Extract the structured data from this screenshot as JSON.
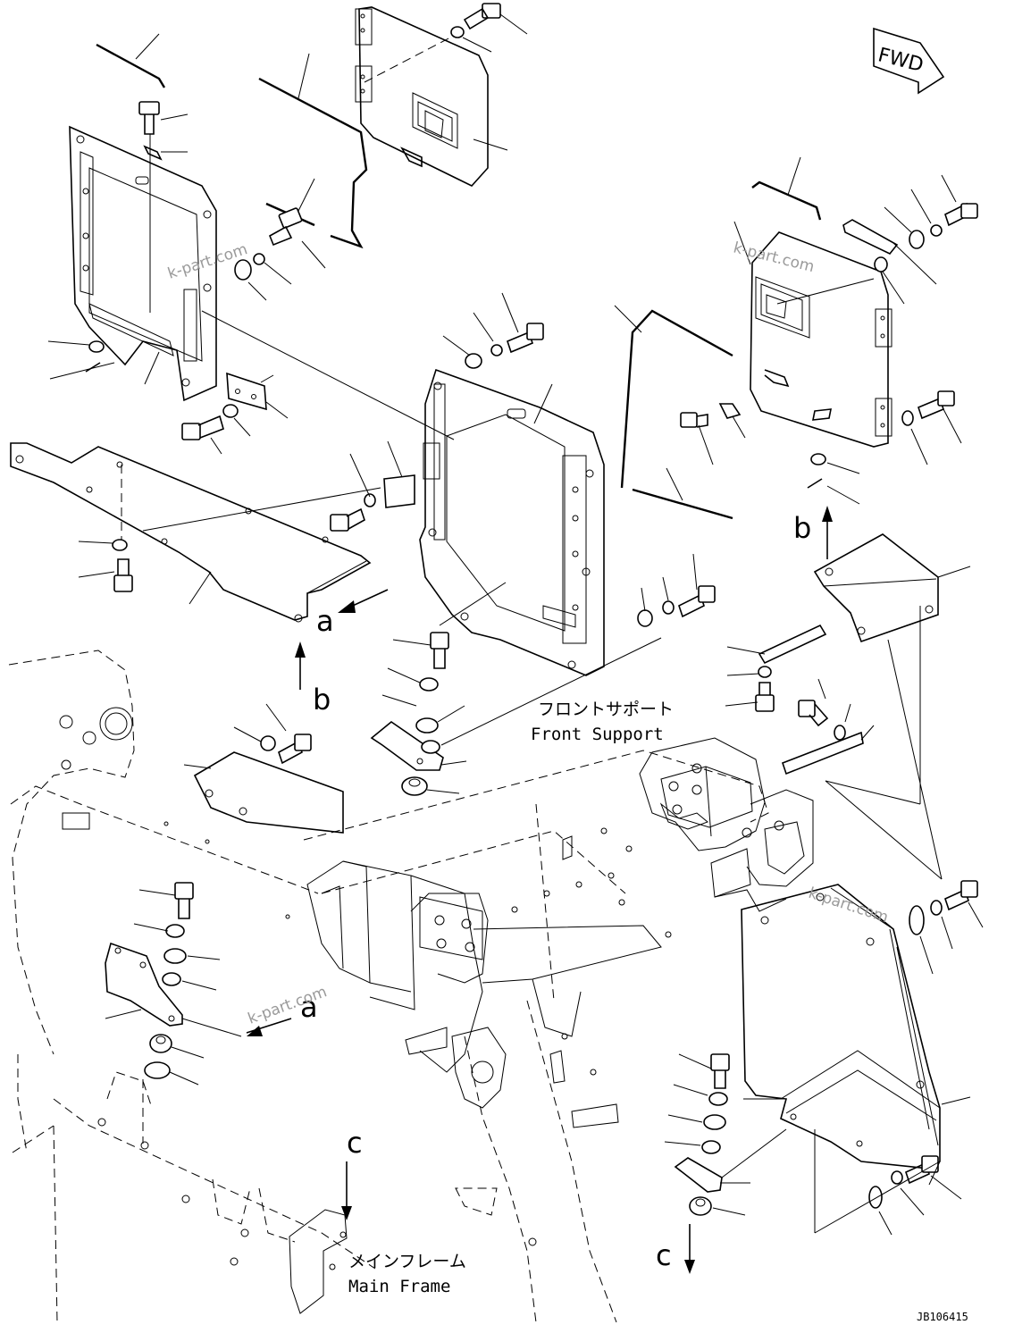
{
  "labels": {
    "front_support_jp": "フロントサポート",
    "front_support_en": "Front Support",
    "main_frame_jp": "メインフレーム",
    "main_frame_en": "Main Frame",
    "fwd": "FWD",
    "drawing_code": "JB106415"
  },
  "view_markers": {
    "a_left": "a",
    "a_lower": "a",
    "b_left": "b",
    "b_right": "b",
    "c_top": "c",
    "c_bottom": "c"
  },
  "watermarks": [
    "k-part.com",
    "k-part.com",
    "k-part.com",
    "k-part.com"
  ],
  "colors": {
    "line": "#000000",
    "background": "#ffffff",
    "watermark": "#9a9a9a"
  }
}
